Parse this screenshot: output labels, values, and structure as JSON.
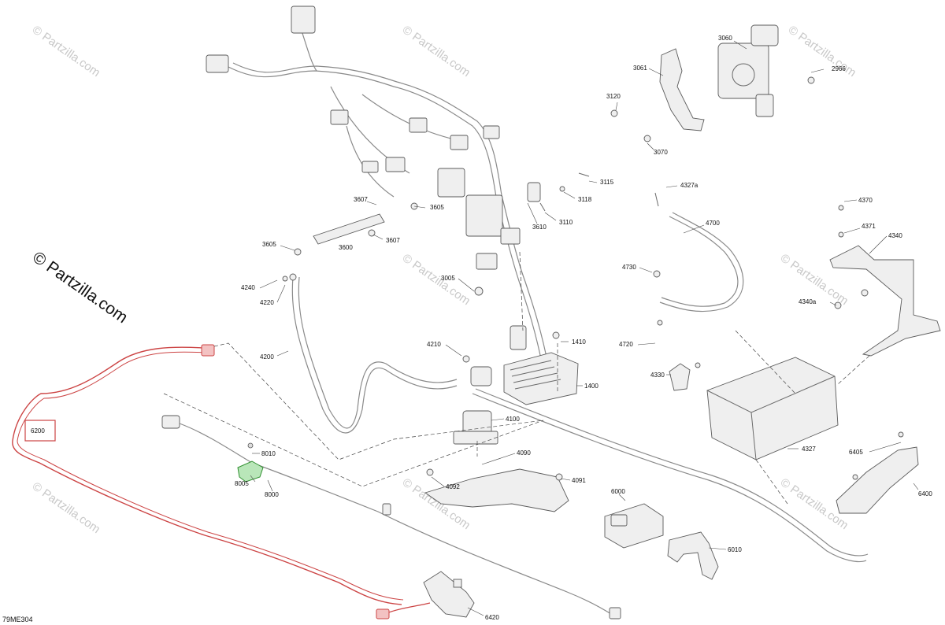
{
  "diagram_code": "79ME304",
  "watermark": {
    "big_text": "© Partzilla.com",
    "tile_text": "© Partzilla.com"
  },
  "highlight_color": "#cc4444",
  "highlight_part": "6200",
  "callouts": {
    "p3060": "3060",
    "p3061": "3061",
    "p2966": "2966",
    "p3120": "3120",
    "p3070": "3070",
    "p3115": "3115",
    "p3118": "3118",
    "p3110": "3110",
    "p3610": "3610",
    "p3607a": "3607",
    "p3605a": "3605",
    "p3607b": "3607",
    "p3605b": "3605",
    "p3600": "3600",
    "p4327a": "4327a",
    "p4700": "4700",
    "p4370": "4370",
    "p4371": "4371",
    "p4340": "4340",
    "p4340a": "4340a",
    "p4730": "4730",
    "p4720": "4720",
    "p4330": "4330",
    "p4327": "4327",
    "p4240": "4240",
    "p4220": "4220",
    "p3005": "3005",
    "p4210": "4210",
    "p1410": "1410",
    "p4200": "4200",
    "p1400": "1400",
    "p4100": "4100",
    "p6200": "6200",
    "p8010": "8010",
    "p8005": "8005",
    "p8000": "8000",
    "p4092": "4092",
    "p4090": "4090",
    "p4091": "4091",
    "p6000": "6000",
    "p6010": "6010",
    "p6405": "6405",
    "p6400": "6400",
    "p6420": "6420"
  }
}
